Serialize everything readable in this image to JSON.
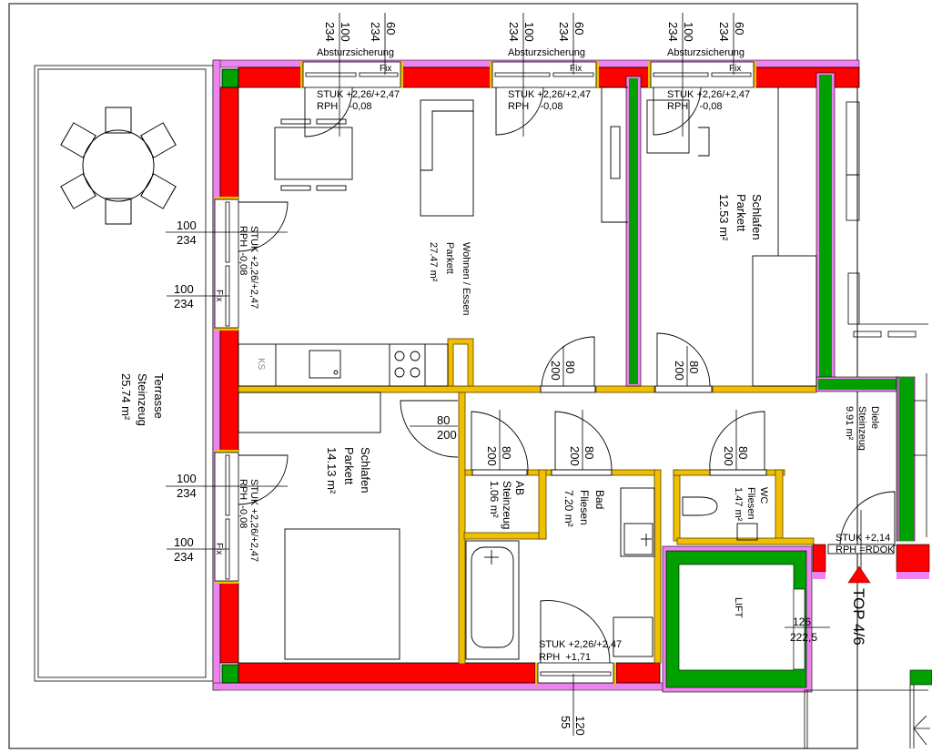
{
  "plan": {
    "unit_label": "TOP 4/6",
    "colors": {
      "exterior_wall": "#ff0000",
      "insulation": "#ee82ee",
      "concrete": "#00a000",
      "partition": "#f0c000",
      "marker": "#ff0000"
    }
  },
  "rooms": {
    "terrace": {
      "name": "Terrasse",
      "floor": "Steinzeug",
      "area": "25.74 m²"
    },
    "living": {
      "name": "Wohnen / Essen",
      "floor": "Parkett",
      "area": "27.47 m²"
    },
    "bedroom_ne": {
      "name": "Schlafen",
      "floor": "Parkett",
      "area": "12.53 m²"
    },
    "bedroom_sw": {
      "name": "Schlafen",
      "floor": "Parkett",
      "area": "14.13 m²"
    },
    "storage": {
      "name": "AB",
      "floor": "Steinzeug",
      "area": "1.06 m²"
    },
    "bath": {
      "name": "Bad",
      "floor": "Fliesen",
      "area": "7.20 m²"
    },
    "wc": {
      "name": "WC",
      "floor": "Fliesen",
      "area": "1.47 m²"
    },
    "hall": {
      "name": "Diele",
      "floor": "Steinzeug",
      "area": "9.91 m²"
    },
    "lift": {
      "name": "LIFT"
    }
  },
  "windows_top": [
    {
      "w1": "100",
      "h1": "234",
      "w2": "60",
      "h2": "234",
      "label": "Absturzsicherung",
      "fix": "Fix",
      "stuk": "STUK +2,26/+2,47",
      "rph": "RPH    -0,08"
    },
    {
      "w1": "100",
      "h1": "234",
      "w2": "60",
      "h2": "234",
      "label": "Absturzsicherung",
      "fix": "Fix",
      "stuk": "STUK +2,26/+2,47",
      "rph": "RPH    -0,08"
    },
    {
      "w1": "100",
      "h1": "234",
      "w2": "60",
      "h2": "234",
      "label": "Absturzsicherung",
      "fix": "Fix",
      "stuk": "STUK +2,26/+2,47",
      "rph": "RPH    -0,08"
    }
  ],
  "windows_left": [
    {
      "a_w": "100",
      "a_h": "234",
      "b_w": "100",
      "b_h": "234",
      "fix": "Fix",
      "stuk": "STUK +2,26/+2,47",
      "rph": "RPH  -0,08"
    },
    {
      "a_w": "100",
      "a_h": "234",
      "b_w": "100",
      "b_h": "234",
      "fix": "Fix",
      "stuk": "STUK +2,26/+2,47",
      "rph": "RPH  -0,08"
    }
  ],
  "window_bottom": {
    "w": "120",
    "h": "55",
    "stuk": "STUK +2,26/+2,47",
    "rph": "RPH  +1,71"
  },
  "doors": {
    "living": {
      "w": "80",
      "h": "200"
    },
    "bedroom_ne": {
      "w": "80",
      "h": "200"
    },
    "bedroom_sw": {
      "w": "80",
      "h": "200"
    },
    "storage": {
      "w": "80",
      "h": "200"
    },
    "bath": {
      "w": "80",
      "h": "200"
    },
    "wc": {
      "w": "80",
      "h": "200"
    },
    "entry": {
      "stuk": "STUK +2,14",
      "rph": "RPH =RDOK"
    },
    "lift": {
      "w": "126",
      "h": "222,5"
    }
  },
  "kitchen": {
    "fridge_label": "KS"
  }
}
